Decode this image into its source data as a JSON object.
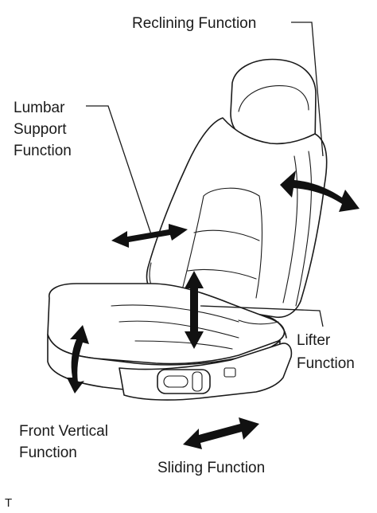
{
  "labels": {
    "reclining": "Reclining Function",
    "lumbar_line1": "Lumbar",
    "lumbar_line2": "Support",
    "lumbar_line3": "Function",
    "lifter_line1": "Lifter",
    "lifter_line2": "Function",
    "front_vertical_line1": "Front Vertical",
    "front_vertical_line2": "Function",
    "sliding": "Sliding Function",
    "corner_mark": "T"
  },
  "colors": {
    "ink": "#1a1a1a",
    "arrow_fill": "#111111",
    "background": "#ffffff"
  }
}
